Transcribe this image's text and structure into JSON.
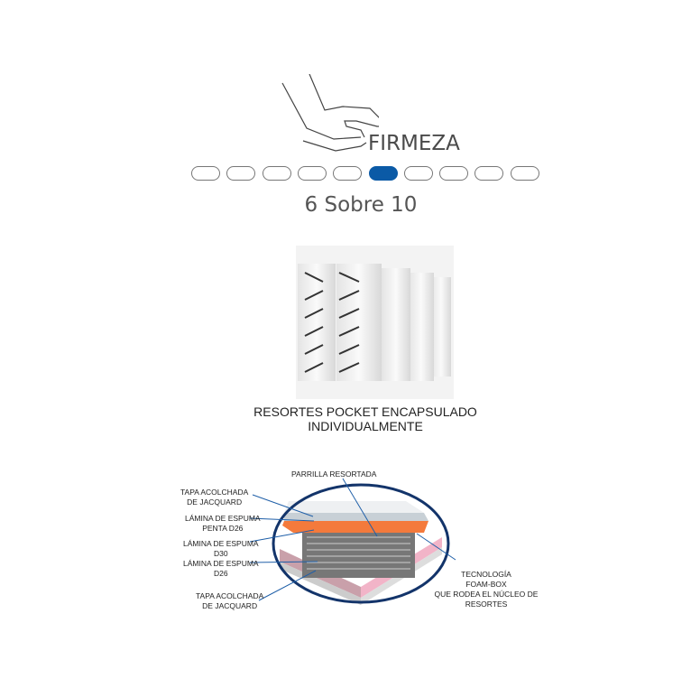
{
  "firmness": {
    "title": "FIRMEZA",
    "value": 6,
    "max": 10,
    "score_text": "6 Sobre 10",
    "accent_color": "#0b5aa6",
    "icon": "hand-pressing-icon"
  },
  "springs": {
    "icon": "pocket-springs-image",
    "caption_line1": "RESORTES POCKET ENCAPSULADO",
    "caption_line2": "INDIVIDUALMENTE"
  },
  "diagram": {
    "labels": {
      "top": "PARRILLA RESORTADA",
      "l1a": "TAPA ACOLCHADA",
      "l1b": "DE JACQUARD",
      "l2a": "LÁMINA DE ESPUMA",
      "l2b": "PENTA D26",
      "l3a": "LÁMINA DE ESPUMA",
      "l3b": "D30",
      "l4a": "LÁMINA DE ESPUMA",
      "l4b": "D26",
      "l5a": "TAPA ACOLCHADA",
      "l5b": "DE JACQUARD",
      "r1": "TECNOLOGÍA",
      "r2": "FOAM-BOX",
      "r3": "QUE RODEA EL NÚCLEO DE RESORTES"
    }
  }
}
